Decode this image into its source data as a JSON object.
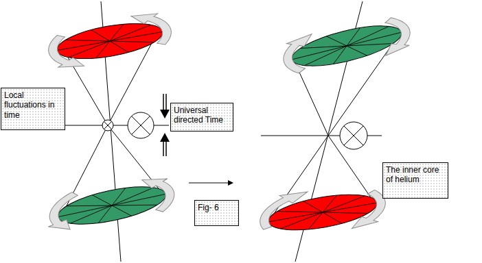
{
  "diagram": {
    "nodes": [
      {
        "text": [
          "Local fluctuations in time"
        ]
      },
      {
        "text": [
          "Universal directed Time"
        ]
      },
      {
        "text": [
          "Fig- 6"
        ]
      },
      {
        "text": [
          "The inner core of helium"
        ]
      }
    ]
  }
}
